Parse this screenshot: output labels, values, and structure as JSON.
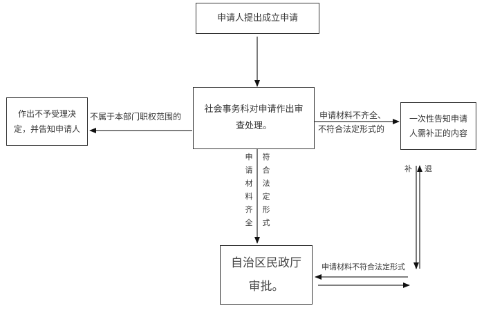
{
  "nodes": {
    "start": "申请人提出成立申请",
    "review": "社会事务科对申请作出审查处理。",
    "reject": "作出不予受理决定，并告知申请人",
    "supplement": "一次性告知申请人需补正的内容",
    "approve_line1": "自治区民政厅",
    "approve_line2": "审批。"
  },
  "edges": {
    "not_in_scope": "不属于本部门职权范围的",
    "incomplete_line1": "申请材料不齐全、",
    "incomplete_line2": "不符合法定形式的",
    "complete_left": "申请材料齐全",
    "complete_right": "符合法定形式",
    "supplement_up": "补",
    "return_down": "退",
    "bottom_return": "申请材料不符合法定形式"
  }
}
